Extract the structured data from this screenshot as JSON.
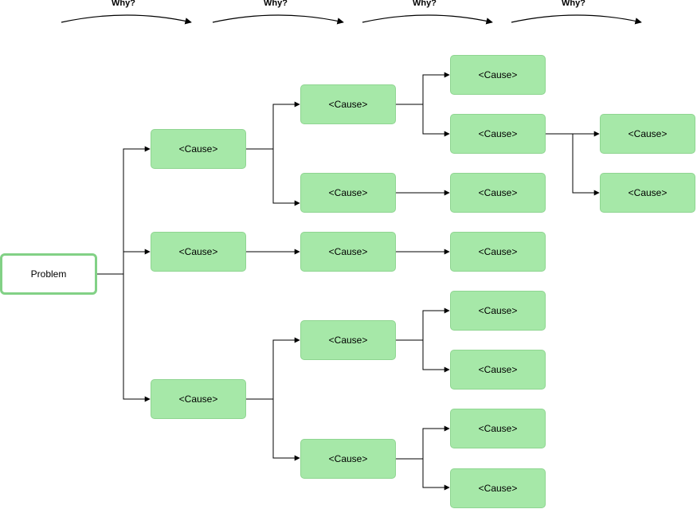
{
  "header": {
    "why_labels": [
      "Why?",
      "Why?",
      "Why?",
      "Why?"
    ]
  },
  "problem": {
    "label": "Problem"
  },
  "level1": [
    {
      "label": "<Cause>"
    },
    {
      "label": "<Cause>"
    },
    {
      "label": "<Cause>"
    }
  ],
  "level2": [
    {
      "label": "<Cause>"
    },
    {
      "label": "<Cause>"
    },
    {
      "label": "<Cause>"
    },
    {
      "label": "<Cause>"
    },
    {
      "label": "<Cause>"
    }
  ],
  "level3": [
    {
      "label": "<Cause>"
    },
    {
      "label": "<Cause>"
    },
    {
      "label": "<Cause>"
    },
    {
      "label": "<Cause>"
    },
    {
      "label": "<Cause>"
    },
    {
      "label": "<Cause>"
    },
    {
      "label": "<Cause>"
    },
    {
      "label": "<Cause>"
    }
  ],
  "level4": [
    {
      "label": "<Cause>"
    },
    {
      "label": "<Cause>"
    }
  ],
  "colors": {
    "node_fill": "#a6e8a8",
    "node_border": "#8fd591",
    "problem_border": "#82d186",
    "connector": "#000000"
  }
}
